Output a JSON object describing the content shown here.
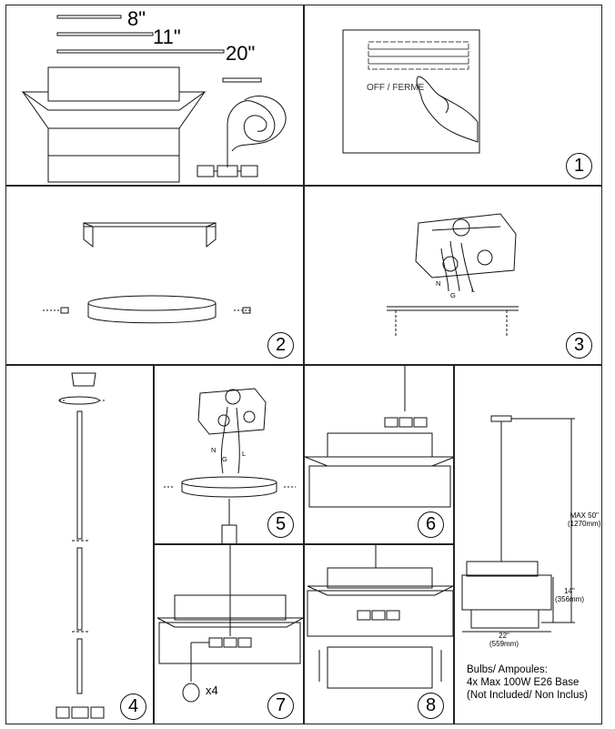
{
  "rods": [
    "8\"",
    "11\"",
    "20\""
  ],
  "switch": {
    "off": "OFF",
    "sep": "/",
    "ferme": "FERME"
  },
  "wires": {
    "n": "N",
    "g": "G",
    "l": "L"
  },
  "steps": [
    "1",
    "2",
    "3",
    "4",
    "5",
    "6",
    "7",
    "8"
  ],
  "bulb_count": "x4",
  "dimensions": {
    "max_height": "MAX 50\"",
    "max_height_mm": "(1270mm)",
    "shade_height": "14\"",
    "shade_height_mm": "(356mm)",
    "width": "22\"",
    "width_mm": "(559mm)"
  },
  "bulb_info": {
    "line1": "Bulbs/ Ampoules:",
    "line2": "4x Max 100W E26 Base",
    "line3": "(Not Included/ Non Inclus)"
  }
}
